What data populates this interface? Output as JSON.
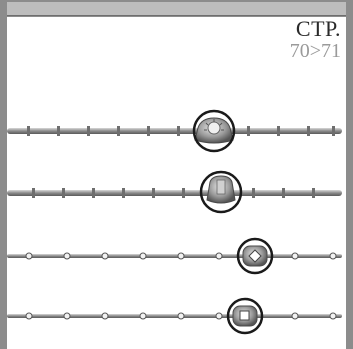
{
  "page_ref": {
    "label": "СТР.",
    "pages": "70>71"
  },
  "chains": [
    {
      "style": "braided",
      "pendant": "sun-charm",
      "highlighted": true
    },
    {
      "style": "braided",
      "pendant": "bell-charm",
      "highlighted": true
    },
    {
      "style": "beaded",
      "pendant": "diamond-clasp",
      "highlighted": true
    },
    {
      "style": "beaded",
      "pendant": "square-clasp",
      "highlighted": true
    }
  ],
  "colors": {
    "frame": "#8c8c8c",
    "metal": "#8a8a8a",
    "metal_light": "#c8c8c8",
    "highlight_ring": "#1a1a1a"
  }
}
